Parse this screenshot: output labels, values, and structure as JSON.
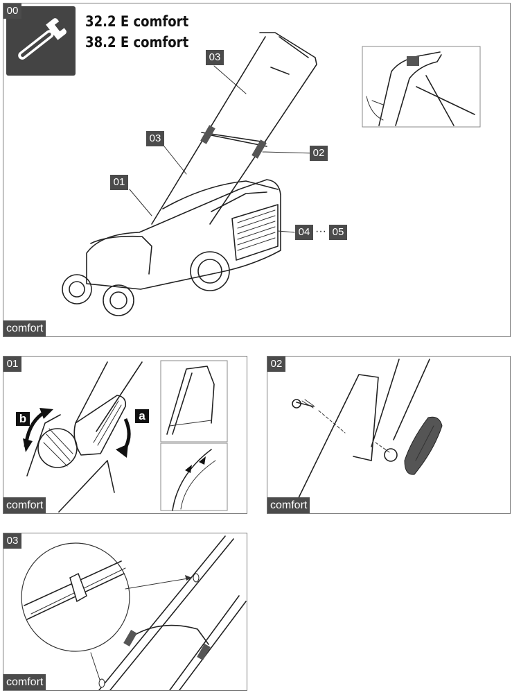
{
  "models": [
    "32.2 E comfort",
    "38.2 E comfort"
  ],
  "panels": {
    "p00": {
      "number": "00",
      "footer": "comfort",
      "callouts": [
        "03",
        "03",
        "02",
        "01",
        "04",
        "05"
      ],
      "range_separator": "···"
    },
    "p01": {
      "number": "01",
      "footer": "comfort",
      "arrow_labels": [
        "b",
        "a"
      ]
    },
    "p02": {
      "number": "02",
      "footer": "comfort"
    },
    "p03": {
      "number": "03",
      "footer": "comfort"
    }
  },
  "icons": {
    "tool": "wrench-icon"
  }
}
